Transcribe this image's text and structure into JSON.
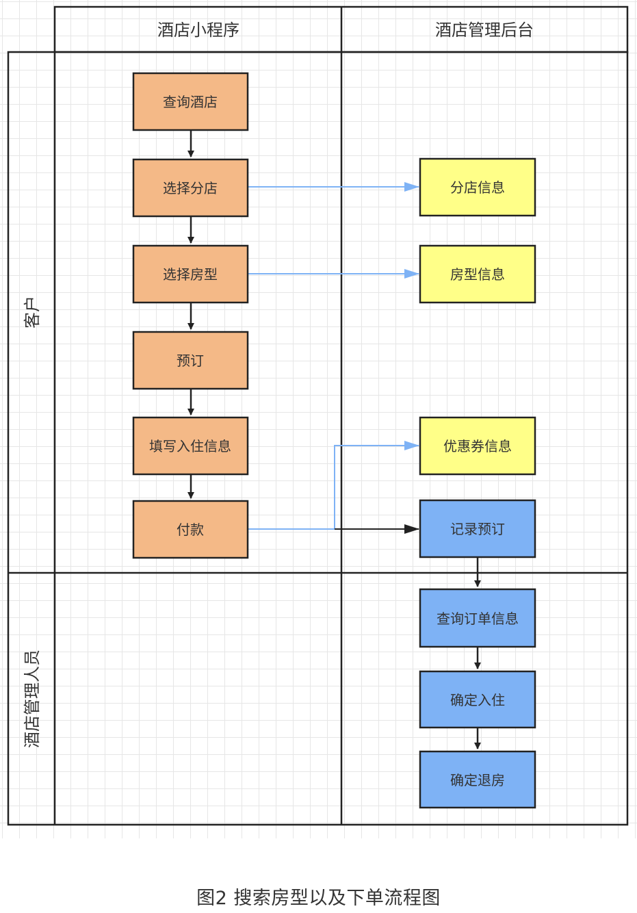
{
  "columns": {
    "left": "酒店小程序",
    "right": "酒店管理后台"
  },
  "rows": {
    "top": "客户",
    "bottom": "酒店管理人员"
  },
  "nodes": {
    "query_hotel": "查询酒店",
    "select_branch": "选择分店",
    "select_room": "选择房型",
    "reserve": "预订",
    "fill_info": "填写入住信息",
    "pay": "付款",
    "branch_info": "分店信息",
    "room_info": "房型信息",
    "coupon_info": "优惠券信息",
    "record_booking": "记录预订",
    "query_order": "查询订单信息",
    "confirm_checkin": "确定入住",
    "confirm_checkout": "确定退房"
  },
  "colors": {
    "orange_fill": "#F4B987",
    "yellow_fill": "#FFFF88",
    "blue_fill": "#7EB2F5",
    "border": "#222222",
    "blue_arrow": "#7EB2F5",
    "black_arrow": "#222222"
  },
  "caption": "图2 搜索房型以及下单流程图"
}
